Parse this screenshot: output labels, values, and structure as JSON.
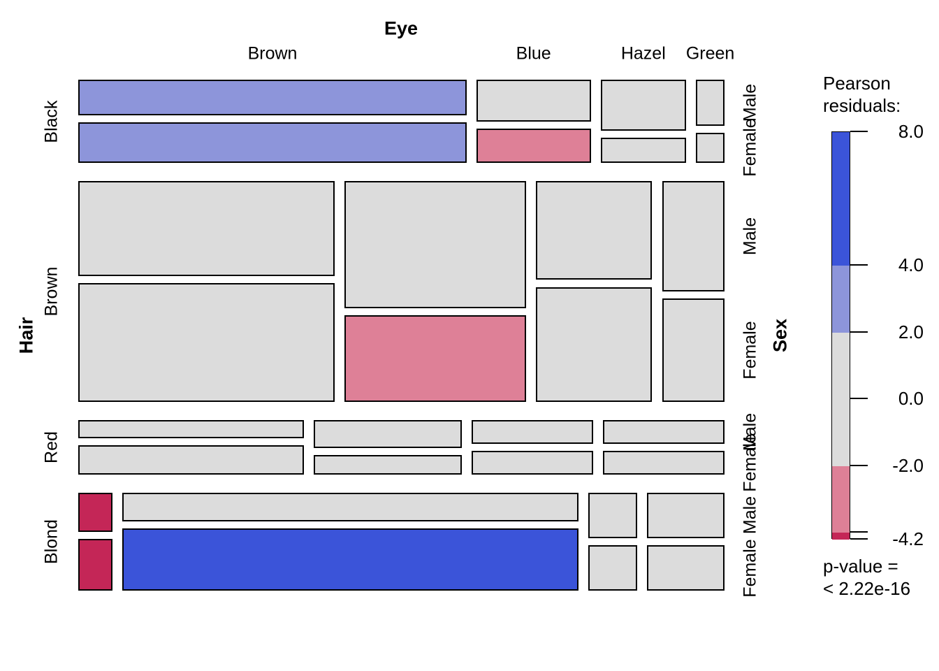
{
  "axes": {
    "top_title": "Eye",
    "left_title": "Hair",
    "right_title": "Sex"
  },
  "legend": {
    "title_line1": "Pearson",
    "title_line2": "residuals:",
    "scale_max": 8.0,
    "scale_min": -4.2,
    "ticks": [
      {
        "value": 8.0,
        "label": "8.0"
      },
      {
        "value": 4.0,
        "label": "4.0"
      },
      {
        "value": 2.0,
        "label": "2.0"
      },
      {
        "value": 0.0,
        "label": "0.0"
      },
      {
        "value": -2.0,
        "label": "-2.0"
      },
      {
        "value": -4.0,
        "label": ""
      },
      {
        "value": -4.2,
        "label": "-4.2"
      }
    ],
    "segments": [
      {
        "from": 8.0,
        "to": 4.0,
        "color_key": "pos_high"
      },
      {
        "from": 4.0,
        "to": 2.0,
        "color_key": "pos_low"
      },
      {
        "from": 2.0,
        "to": -2.0,
        "color_key": "neutral"
      },
      {
        "from": -2.0,
        "to": -4.0,
        "color_key": "neg_low"
      },
      {
        "from": -4.0,
        "to": -4.2,
        "color_key": "neg_high"
      }
    ],
    "p_value_line1": "p-value =",
    "p_value_line2": "< 2.22e-16"
  },
  "colors": {
    "pos_high": "#3b54d9",
    "pos_low": "#8d95da",
    "neutral": "#dcdcdc",
    "neg_low": "#de8097",
    "neg_high": "#c42657",
    "cell_border": "#000000"
  },
  "chart_data": {
    "type": "mosaic",
    "title": "Eye",
    "row_variable": "Hair",
    "column_variable": "Eye",
    "inner_variable": "Sex",
    "hair_categories": [
      "Black",
      "Brown",
      "Red",
      "Blond"
    ],
    "eye_categories": [
      "Brown",
      "Blue",
      "Hazel",
      "Green"
    ],
    "sex_categories": [
      "Male",
      "Female"
    ],
    "counts": {
      "Black": {
        "Brown": {
          "Male": 32,
          "Female": 36
        },
        "Blue": {
          "Male": 11,
          "Female": 9
        },
        "Hazel": {
          "Male": 10,
          "Female": 5
        },
        "Green": {
          "Male": 3,
          "Female": 2
        }
      },
      "Brown": {
        "Brown": {
          "Male": 53,
          "Female": 66
        },
        "Blue": {
          "Male": 50,
          "Female": 34
        },
        "Hazel": {
          "Male": 25,
          "Female": 29
        },
        "Green": {
          "Male": 15,
          "Female": 14
        }
      },
      "Red": {
        "Brown": {
          "Male": 10,
          "Female": 16
        },
        "Blue": {
          "Male": 10,
          "Female": 7
        },
        "Hazel": {
          "Male": 7,
          "Female": 7
        },
        "Green": {
          "Male": 7,
          "Female": 7
        }
      },
      "Blond": {
        "Brown": {
          "Male": 3,
          "Female": 4
        },
        "Blue": {
          "Male": 30,
          "Female": 64
        },
        "Hazel": {
          "Male": 5,
          "Female": 5
        },
        "Green": {
          "Male": 8,
          "Female": 8
        }
      }
    },
    "cell_shading": {
      "Black.Brown.Male": "pos_low",
      "Black.Brown.Female": "pos_low",
      "Black.Blue.Female": "neg_low",
      "Brown.Blue.Female": "neg_low",
      "Blond.Brown.Male": "neg_high",
      "Blond.Brown.Female": "neg_high",
      "Blond.Blue.Female": "pos_high"
    },
    "default_shading": "neutral",
    "legend_position": "right"
  }
}
